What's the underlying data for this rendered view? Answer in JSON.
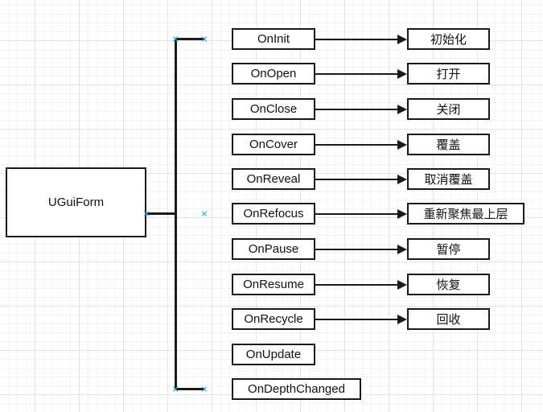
{
  "diagram": {
    "root": {
      "label": "UGuiForm"
    },
    "rows": [
      {
        "method": "OnInit",
        "translation": "初始化"
      },
      {
        "method": "OnOpen",
        "translation": "打开"
      },
      {
        "method": "OnClose",
        "translation": "关闭"
      },
      {
        "method": "OnCover",
        "translation": "覆盖"
      },
      {
        "method": "OnReveal",
        "translation": "取消覆盖"
      },
      {
        "method": "OnRefocus",
        "translation": "重新聚焦最上层"
      },
      {
        "method": "OnPause",
        "translation": "暂停"
      },
      {
        "method": "OnResume",
        "translation": "恢复"
      },
      {
        "method": "OnRecycle",
        "translation": "回收"
      },
      {
        "method": "OnUpdate",
        "translation": null
      },
      {
        "method": "OnDepthChanged",
        "translation": null
      }
    ],
    "icons": {
      "endpoint_cross": "✕",
      "arrow_head": "▶"
    },
    "colors": {
      "shape_stroke": "#1a1a1a",
      "endpoint_marker_blue": "#2bb3e8",
      "grid_minor": "#f4f4f4",
      "grid_major": "#e4e4e4",
      "background": "#ffffff"
    }
  }
}
